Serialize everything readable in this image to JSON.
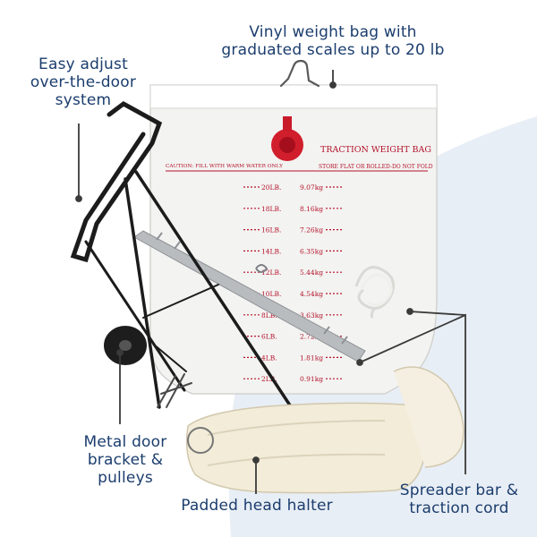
{
  "labels": {
    "vinyl": [
      "Vinyl weight bag with",
      "graduated scales up to 20 lb"
    ],
    "door": [
      "Easy adjust",
      "over-the-door",
      "system"
    ],
    "metal": [
      "Metal door",
      "bracket &",
      "pulleys"
    ],
    "halter": [
      "Padded head halter"
    ],
    "spreader": [
      "Spreader bar &",
      "traction cord"
    ]
  },
  "bag": {
    "title": "TRACTION WEIGHT BAG",
    "caution": "CAUTION: FILL WITH WARM WATER ONLY",
    "store": "STORE FLAT OR ROLLED-DO NOT FOLD",
    "scale_lb": [
      "20LB.",
      "18LB.",
      "16LB.",
      "14LB.",
      "12LB.",
      "10LB.",
      "8LB.",
      "6LB.",
      "4LB.",
      "2LB."
    ],
    "scale_kg": [
      "9.07kg",
      "8.16kg",
      "7.26kg",
      "6.35kg",
      "5.44kg",
      "4.54kg",
      "3.63kg",
      "2.72kg",
      "1.81kg",
      "0.91kg"
    ]
  },
  "colors": {
    "label_text": "#1b3d6e",
    "bag_red": "#b3122b",
    "background_swoosh": "#e8eef5",
    "callout_line": "#3a3a3a"
  }
}
